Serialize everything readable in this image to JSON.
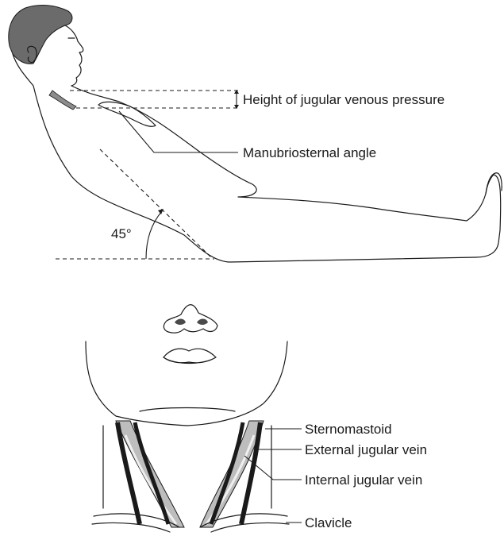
{
  "top_panel": {
    "jvp_label": "Height of jugular venous pressure",
    "angle_label": "Manubriosternal angle",
    "degree_label": "45°"
  },
  "bottom_panel": {
    "labels": [
      "Sternomastoid",
      "External jugular vein",
      "Internal jugular vein",
      "Clavicle"
    ]
  },
  "colors": {
    "hair": "#6b6b6b",
    "vein": "#8c8c8c",
    "muscle": "#bdbdbd",
    "ink": "#1a1a1a"
  }
}
